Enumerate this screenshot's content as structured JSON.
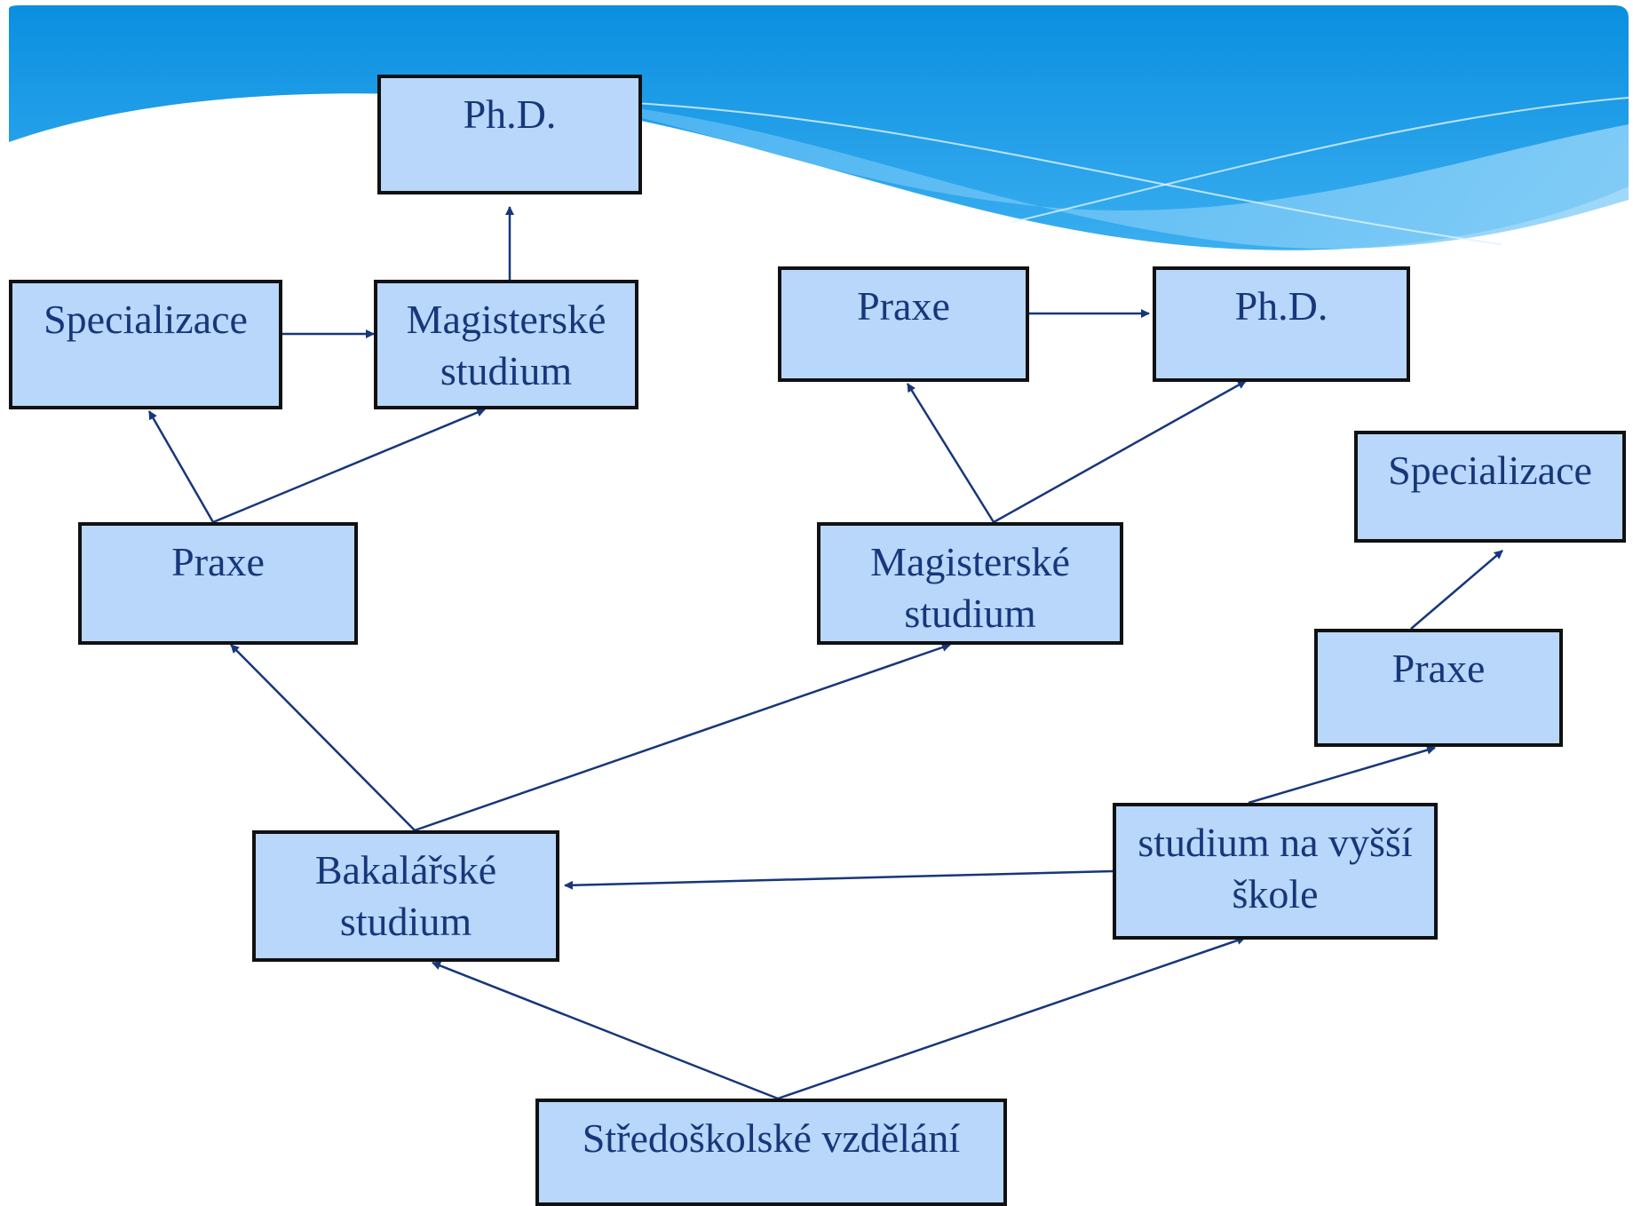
{
  "diagram": {
    "type": "flow",
    "colors": {
      "node_fill": "#b9d7fa",
      "node_border": "#111111",
      "node_text": "#17377a",
      "edge": "#17377a",
      "banner_dark": "#0a8fe0",
      "banner_light": "#7dc8f5"
    },
    "nodes": [
      {
        "id": "phd_1",
        "lines": [
          "Ph.D."
        ]
      },
      {
        "id": "specializace_1",
        "lines": [
          "Specializace"
        ]
      },
      {
        "id": "magisterske_1",
        "lines": [
          "Magisterské",
          "studium"
        ]
      },
      {
        "id": "praxe_1",
        "lines": [
          "Praxe"
        ]
      },
      {
        "id": "praxe_2",
        "lines": [
          "Praxe"
        ]
      },
      {
        "id": "phd_2",
        "lines": [
          "Ph.D."
        ]
      },
      {
        "id": "magisterske_2",
        "lines": [
          "Magisterské",
          "studium"
        ]
      },
      {
        "id": "specializace_2",
        "lines": [
          "Specializace"
        ]
      },
      {
        "id": "praxe_3",
        "lines": [
          "Praxe"
        ]
      },
      {
        "id": "bakalarske",
        "lines": [
          "Bakalářské",
          "studium"
        ]
      },
      {
        "id": "vyssi_skola",
        "lines": [
          "studium na vyšší",
          "škole"
        ]
      },
      {
        "id": "stredoskolske",
        "lines": [
          "Středoškolské vzdělání"
        ]
      }
    ],
    "edges": [
      {
        "from": "stredoskolske",
        "to": "bakalarske"
      },
      {
        "from": "stredoskolske",
        "to": "vyssi_skola"
      },
      {
        "from": "vyssi_skola",
        "to": "bakalarske"
      },
      {
        "from": "vyssi_skola",
        "to": "praxe_3"
      },
      {
        "from": "praxe_3",
        "to": "specializace_2"
      },
      {
        "from": "bakalarske",
        "to": "praxe_1"
      },
      {
        "from": "bakalarske",
        "to": "magisterske_2"
      },
      {
        "from": "praxe_1",
        "to": "specializace_1"
      },
      {
        "from": "praxe_1",
        "to": "magisterske_1"
      },
      {
        "from": "specializace_1",
        "to": "magisterske_1"
      },
      {
        "from": "magisterske_1",
        "to": "phd_1"
      },
      {
        "from": "magisterske_2",
        "to": "praxe_2"
      },
      {
        "from": "magisterske_2",
        "to": "phd_2"
      },
      {
        "from": "praxe_2",
        "to": "phd_2"
      }
    ]
  }
}
